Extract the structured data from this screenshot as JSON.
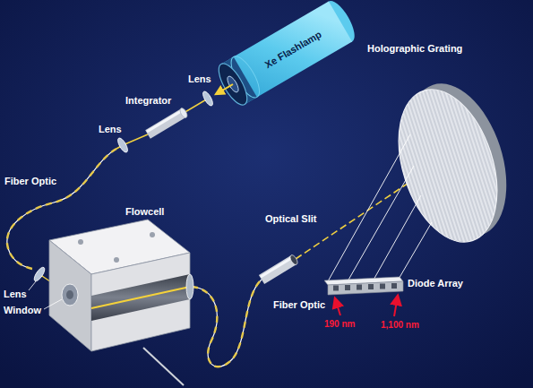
{
  "diagram": {
    "nodes": [
      {
        "text": [
          "Xe Flashlamp"
        ]
      }
    ],
    "labels": [
      "Holographic Grating",
      "Lens",
      "Integrator",
      "Lens",
      "Fiber Optic",
      "Flowcell",
      "Optical Slit",
      "Fiber Optic",
      "Diode Array",
      "Lens",
      "Window",
      "190 nm",
      "1,100 nm"
    ]
  }
}
